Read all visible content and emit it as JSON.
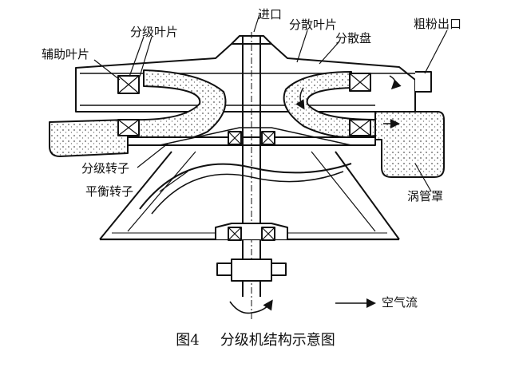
{
  "labels": {
    "inlet": "进口",
    "dispersion_blades": "分散叶片",
    "coarse_outlet": "粗粉出口",
    "classifier_blades": "分级叶片",
    "dispersion_disc": "分散盘",
    "auxiliary_blades": "辅助叶片",
    "classifier_rotor": "分级转子",
    "balance_rotor": "平衡转子",
    "volute": "涡管罩",
    "airflow_legend": "空气流"
  },
  "caption": {
    "figure_number": "图4",
    "title": "分级机结构示意图"
  },
  "colors": {
    "line": "#111111",
    "shading": "#8a8a8a",
    "background": "#ffffff"
  }
}
